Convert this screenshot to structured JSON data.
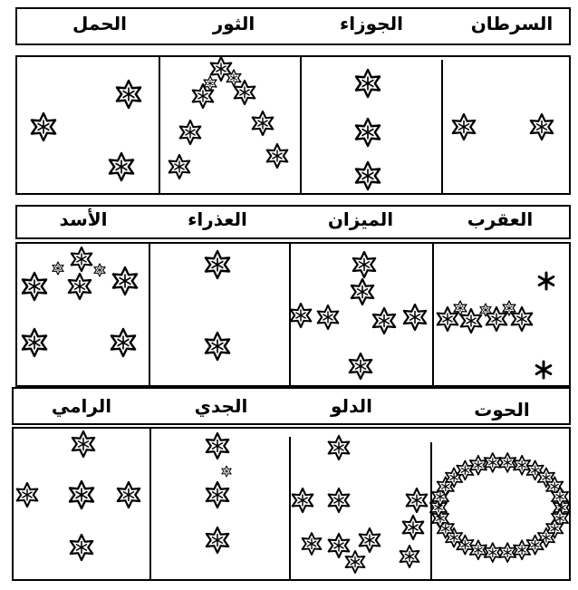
{
  "rows": [
    {
      "signs": [
        {
          "name": "الحمل",
          "star_count": 3
        },
        {
          "name": "الثور",
          "star_count": 9
        },
        {
          "name": "الجوزاء",
          "star_count": 3
        },
        {
          "name": "السرطان",
          "star_count": 2
        }
      ]
    },
    {
      "signs": [
        {
          "name": "الأسد",
          "star_count": 8
        },
        {
          "name": "العذراء",
          "star_count": 2
        },
        {
          "name": "الميزان",
          "star_count": 7
        },
        {
          "name": "العقرب",
          "star_count": 7
        }
      ]
    },
    {
      "signs": [
        {
          "name": "الرامي",
          "star_count": 5
        },
        {
          "name": "الجدي",
          "star_count": 4
        },
        {
          "name": "الدلو",
          "star_count": 10
        },
        {
          "name": "الحوت",
          "star_count": 26
        }
      ]
    }
  ]
}
